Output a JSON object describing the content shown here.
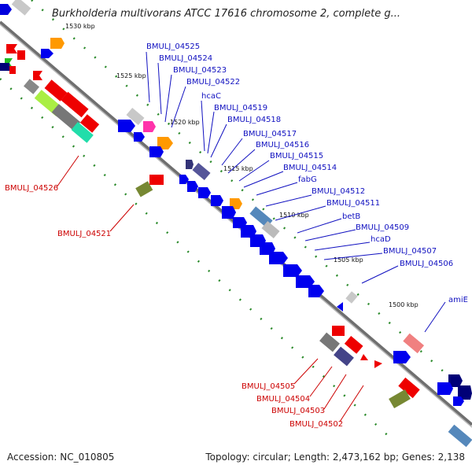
{
  "title": "Burkholderia multivorans ATCC 17616 chromosome 2, complete g...",
  "footer": {
    "accession": "Accession: NC_010805",
    "topology": "Topology: circular; Length: 2,473,162 bp; Genes: 2,138"
  },
  "scale_labels": [
    "1530 kbp",
    "1525 kbp",
    "1520 kbp",
    "1515 kbp",
    "1510 kbp",
    "1505 kbp",
    "1500 kbp"
  ],
  "gene_labels_forward": [
    "BMULJ_04525",
    "BMULJ_04524",
    "BMULJ_04523",
    "BMULJ_04522",
    "hcaC",
    "BMULJ_04519",
    "BMULJ_04518",
    "BMULJ_04517",
    "BMULJ_04516",
    "BMULJ_04515",
    "BMULJ_04514",
    "fabG",
    "BMULJ_04512",
    "BMULJ_04511",
    "betB",
    "BMULJ_04509",
    "hcaD",
    "BMULJ_04507",
    "BMULJ_04506",
    "amiE"
  ],
  "gene_labels_reverse": [
    "BMULJ_04526",
    "BMULJ_04521",
    "BMULJ_04505",
    "BMULJ_04504",
    "BMULJ_04503",
    "BMULJ_04502"
  ],
  "colors": {
    "forward_label": "#1010c0",
    "reverse_label": "#cc0000",
    "backbone": "#7a7a7a",
    "scale_dots": "#2a8a2a",
    "gene_blue": "#0000ee",
    "gene_red": "#ee0000"
  }
}
